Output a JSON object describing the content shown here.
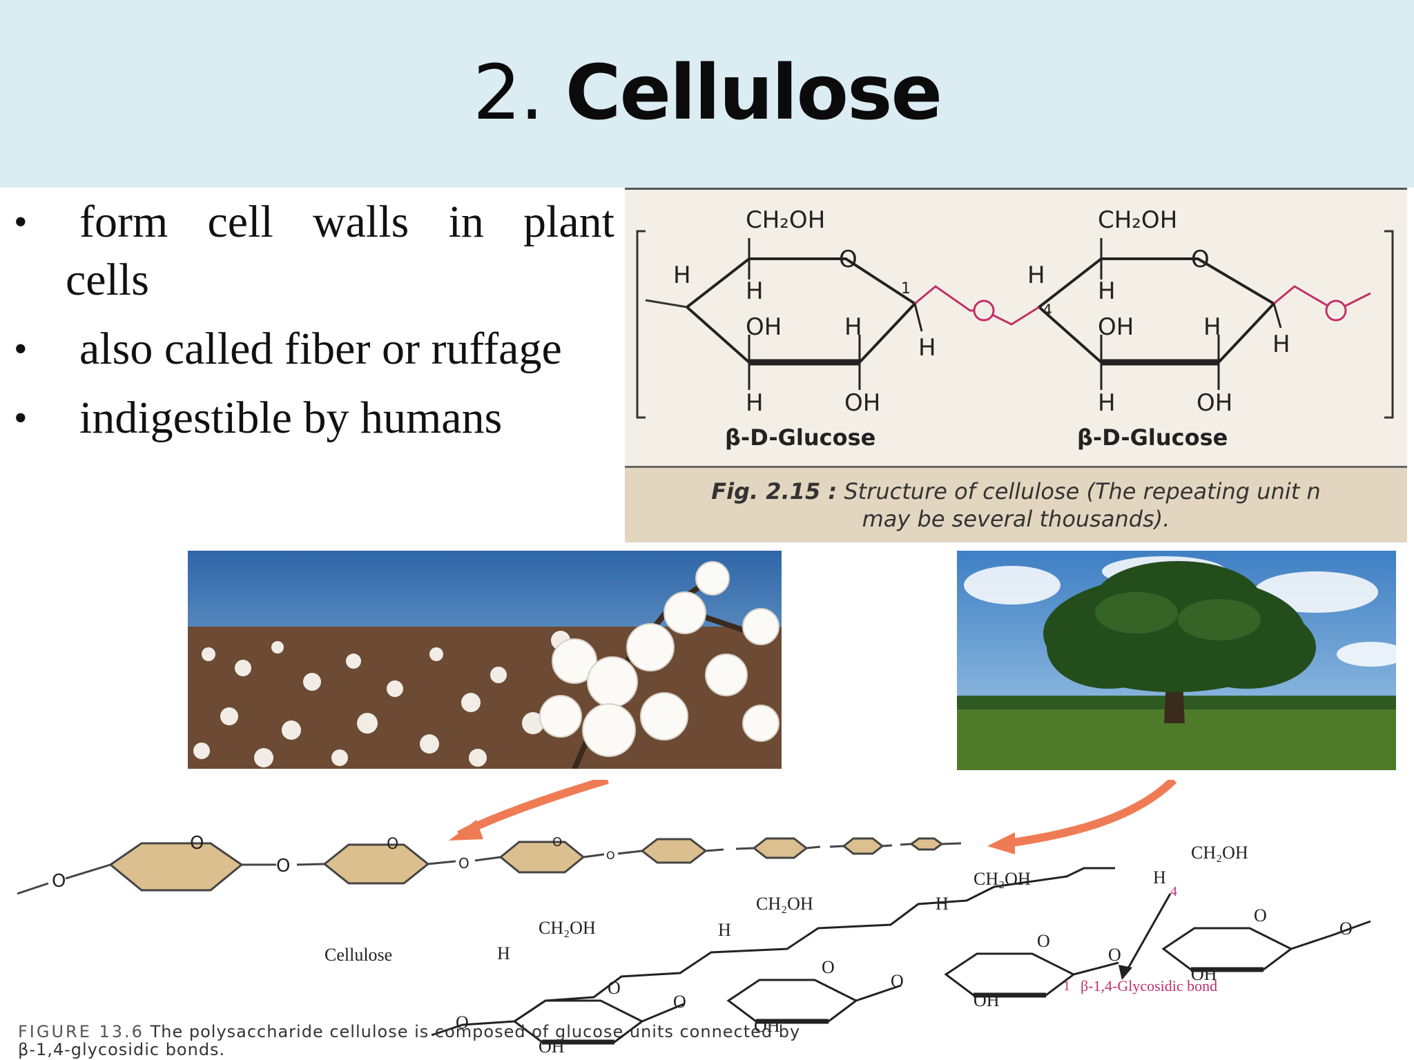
{
  "slide": {
    "title_number": "2.",
    "title_word": "Cellulose"
  },
  "bullets": [
    {
      "text": "form cell walls in plant",
      "cont": "cells"
    },
    {
      "text": "also called fiber or ruffage"
    },
    {
      "text": "indigestible by humans"
    }
  ],
  "figure_top": {
    "group1": "CH₂OH",
    "group2": "CH₂OH",
    "label_left": "β-D-Glucose",
    "label_right": "β-D-Glucose",
    "atoms": {
      "o": "O",
      "h": "H",
      "oh": "OH",
      "c1": "1",
      "c4": "4"
    },
    "caption_fig": "Fig. 2.15 :",
    "caption_text": "Structure of cellulose (The repeating unit n",
    "caption_line2": "may be several thousands)."
  },
  "figure_bottom": {
    "cellulose_label": "Cellulose",
    "bond_label": "β-1,4-Glycosidic bond",
    "ch2oh": "CH₂OH",
    "atoms": {
      "o": "O",
      "h": "H",
      "oh": "OH",
      "c1": "1",
      "c4": "4"
    },
    "caption_fig": "FIGURE 13.6",
    "caption_text": "The polysaccharide cellulose is composed of glucose units connected by",
    "caption_line2": "β-1,4-glycosidic bonds."
  },
  "photos": {
    "cotton": "cotton-field-photo",
    "tree": "tree-photo"
  },
  "colors": {
    "title_band": "#dbedf3",
    "ring_fill": "#dcbf8e",
    "arrow": "#ef7b55",
    "bond_label": "#c0306a"
  }
}
